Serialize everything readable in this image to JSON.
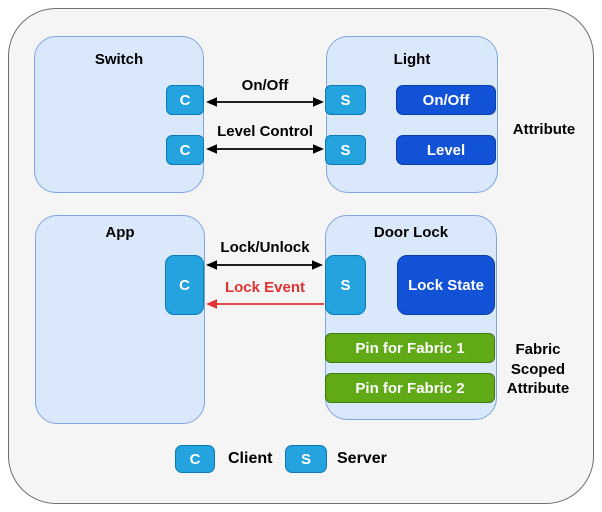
{
  "diagram": {
    "nodes": {
      "switch": {
        "title": "Switch"
      },
      "light": {
        "title": "Light"
      },
      "app": {
        "title": "App"
      },
      "door_lock": {
        "title": "Door Lock"
      }
    },
    "port_letters": {
      "client": "C",
      "server": "S"
    },
    "edges": {
      "on_off": {
        "label": "On/Off",
        "direction": "bidirectional",
        "color": "#000000"
      },
      "level_control": {
        "label": "Level Control",
        "direction": "bidirectional",
        "color": "#000000"
      },
      "lock_unlock": {
        "label": "Lock/Unlock",
        "direction": "bidirectional",
        "color": "#000000"
      },
      "lock_event": {
        "label": "Lock Event",
        "direction": "server-to-client",
        "color": "#e23333"
      }
    },
    "attributes": {
      "light": {
        "on_off": "On/Off",
        "level": "Level"
      },
      "door_lock": {
        "lock_state": "Lock State",
        "pin_fabric_1": "Pin for Fabric 1",
        "pin_fabric_2": "Pin for Fabric 2"
      }
    },
    "annotations": {
      "attribute": "Attribute",
      "fabric_scoped": [
        "Fabric",
        "Scoped",
        "Attribute"
      ]
    },
    "legend": {
      "client": "Client",
      "server": "Server"
    },
    "colors": {
      "canvas_fill": "#f5f5f5",
      "canvas_border": "#6e6e6e",
      "node_fill": "#dae8fc",
      "node_border": "#7ea6e0",
      "port_fill": "#24a3de",
      "port_border": "#0d7ab8",
      "attribute_fill": "#1152d6",
      "attribute_border": "#0a3fa6",
      "fabric_fill": "#60a917",
      "fabric_border": "#3d7a0c",
      "event_red": "#e23333"
    }
  }
}
